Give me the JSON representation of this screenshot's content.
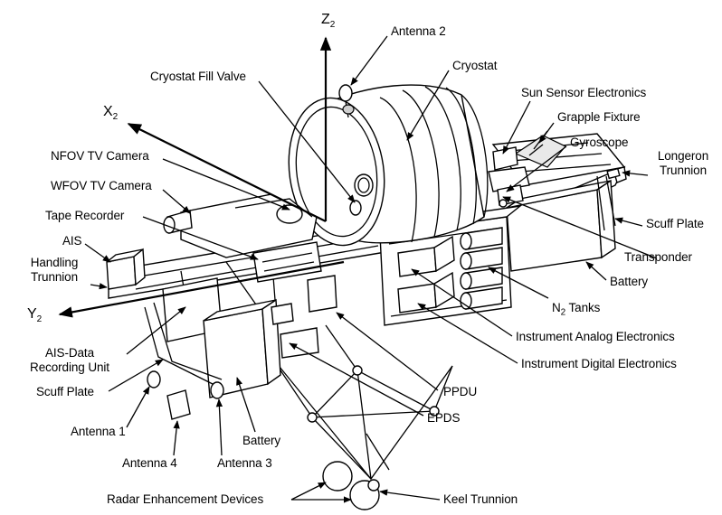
{
  "labels": {
    "z_axis": "Z",
    "z_sub": "2",
    "x_axis": "X",
    "x_sub": "2",
    "y_axis": "Y",
    "y_sub": "2",
    "antenna_2": "Antenna 2",
    "cryostat": "Cryostat",
    "cryostat_fill_valve": "Cryostat Fill Valve",
    "sun_sensor_electronics": "Sun Sensor Electronics",
    "grapple_fixture": "Grapple Fixture",
    "gyroscope": "Gyroscope",
    "longeron_trunnion_1": "Longeron",
    "longeron_trunnion_2": "Trunnion",
    "nfov_tv_camera": "NFOV TV Camera",
    "wfov_tv_camera": "WFOV TV Camera",
    "tape_recorder": "Tape Recorder",
    "scuff_plate_right": "Scuff Plate",
    "ais": "AIS",
    "transponder": "Transponder",
    "handling_trunnion_1": "Handling",
    "handling_trunnion_2": "Trunnion",
    "battery_right": "Battery",
    "n2_tanks": "N",
    "n2_sub": "2",
    "n2_tanks_rest": " Tanks",
    "instrument_analog_electronics": "Instrument Analog Electronics",
    "instrument_digital_electronics": "Instrument Digital Electronics",
    "ais_data_recording_unit_1": "AIS-Data",
    "ais_data_recording_unit_2": "Recording Unit",
    "scuff_plate_left": "Scuff Plate",
    "ppdu": "PPDU",
    "epds": "EPDS",
    "antenna_1": "Antenna 1",
    "battery_bottom": "Battery",
    "antenna_4": "Antenna 4",
    "antenna_3": "Antenna 3",
    "radar_enhancement_devices": "Radar Enhancement Devices",
    "keel_trunnion": "Keel Trunnion"
  }
}
